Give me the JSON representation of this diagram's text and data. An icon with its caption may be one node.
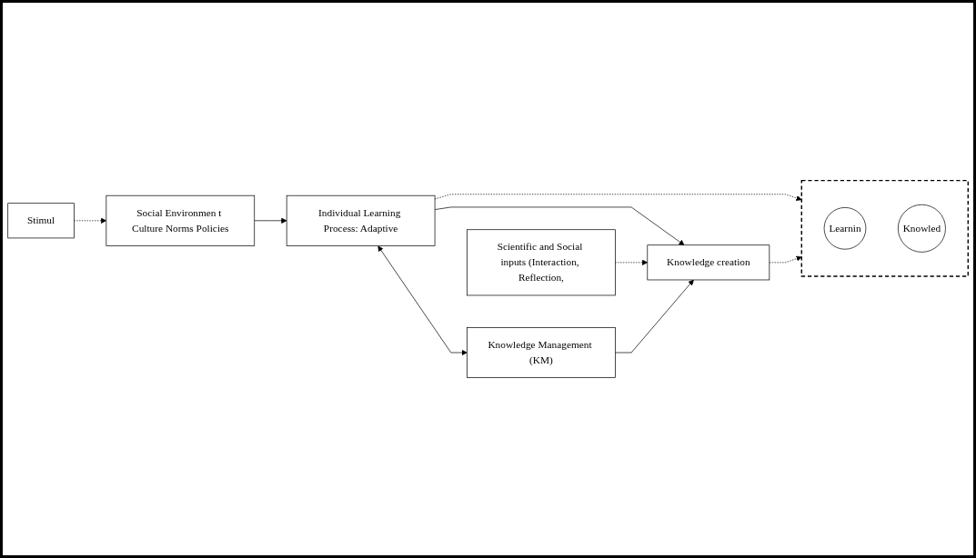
{
  "diagram": {
    "nodes": [
      {
        "text": [
          "Stimul"
        ]
      },
      {
        "text": [
          "Social Environmen t Culture Norms Policies"
        ]
      },
      {
        "text": [
          "Individual Learning Process: Adaptive"
        ]
      },
      {
        "text": [
          "Knowledge Management (KM)"
        ]
      },
      {
        "text": [],
        "shape": "box"
      },
      {
        "text": [
          "Learnin"
        ],
        "in": 4
      },
      {
        "text": [
          "Knowled"
        ],
        "in": 4
      },
      {
        "text": [
          "Knowledge creation"
        ]
      },
      {
        "text": [
          "Scientific and Social inputs (Interaction, Reflection,"
        ]
      }
    ],
    "edges": [
      {
        "from": 0,
        "to": 1,
        "arrow": "to",
        "style": "dashed"
      },
      {
        "from": 1,
        "to": 2,
        "arrow": "to"
      },
      {
        "from": 2,
        "to": 3,
        "arrow": "both"
      },
      {
        "from": 2,
        "to": 4,
        "arrow": "to",
        "style": "dashed"
      },
      {
        "from": 2,
        "to": 7,
        "arrow": "to"
      },
      {
        "from": 8,
        "to": 7,
        "arrow": "to",
        "style": "dashed"
      },
      {
        "from": 3,
        "to": 7,
        "arrow": "to"
      },
      {
        "from": 7,
        "to": 4,
        "arrow": "to",
        "style": "dashed"
      }
    ]
  }
}
